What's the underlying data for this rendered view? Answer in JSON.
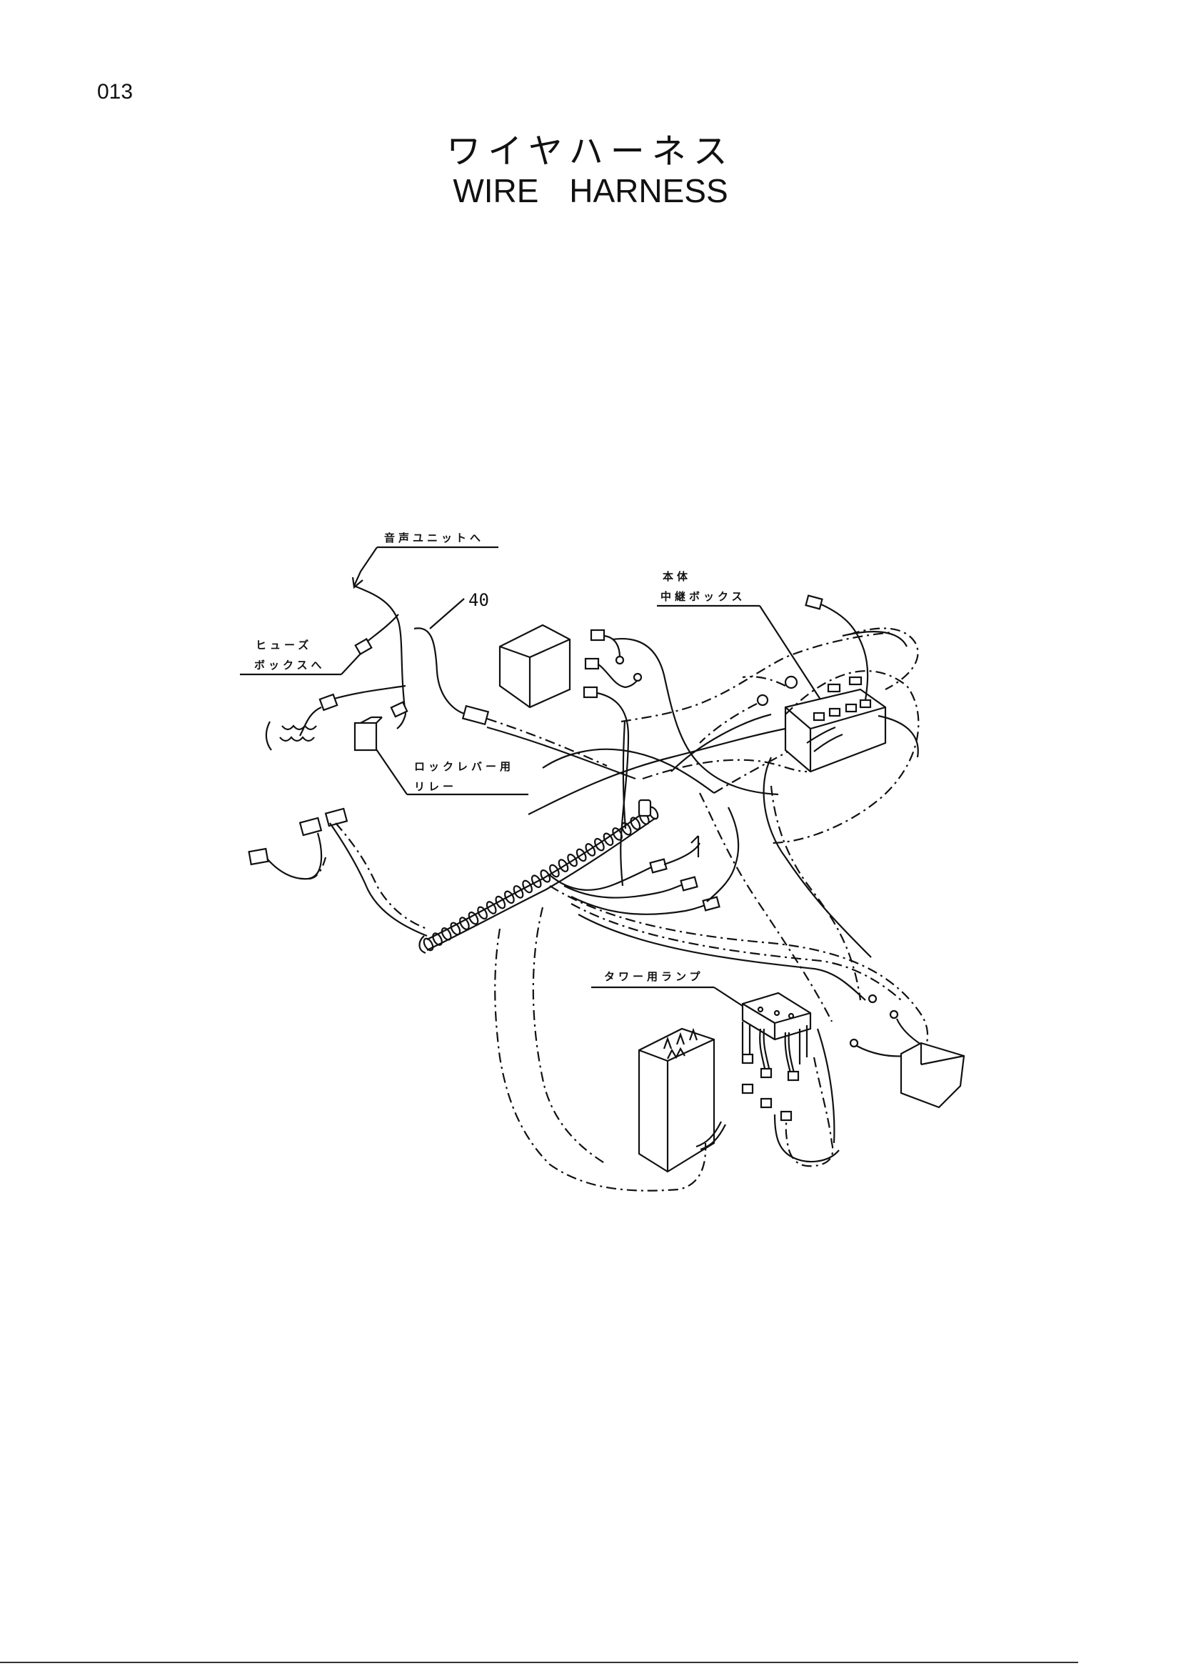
{
  "page": {
    "number": "013",
    "title_jp": "ワイヤハーネス",
    "title_en": "WIRE HARNESS"
  },
  "diagram": {
    "part_number": "40",
    "labels": {
      "audio_unit": "音声ユニットへ",
      "fuse_box_line1": "ヒューズ",
      "fuse_box_line2": "ボックスへ",
      "main_body_line1": "本体",
      "main_body_line2": "中継ボックス",
      "lock_lever_line1": "ロックレバー用",
      "lock_lever_line2": "リレー",
      "tower_lamp": "タワー用ランプ"
    }
  }
}
